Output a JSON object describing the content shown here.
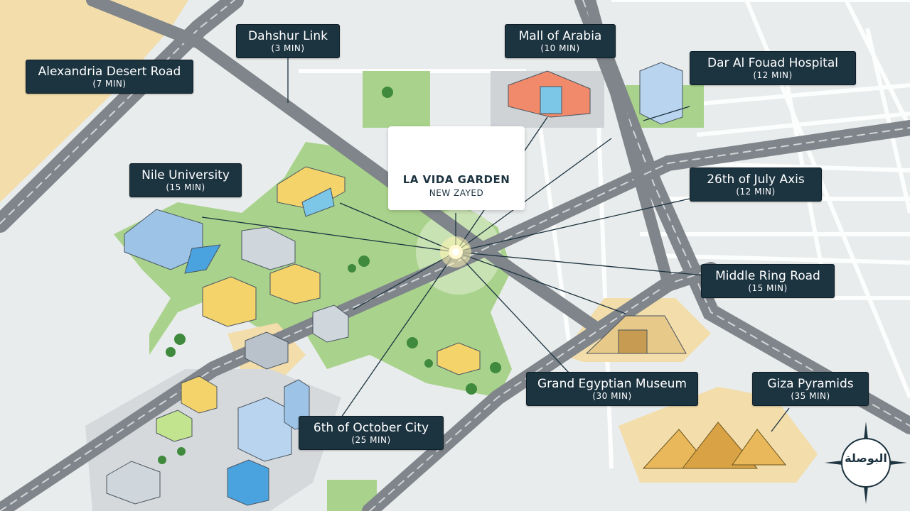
{
  "map": {
    "center": {
      "title": "LA VIDA GARDEN",
      "subtitle": "NEW ZAYED"
    },
    "destinations": [
      {
        "id": "alexandria-desert-road",
        "name": "Alexandria Desert Road",
        "time": "(7 MIN)"
      },
      {
        "id": "dahshur-link",
        "name": "Dahshur Link",
        "time": "(3 MIN)"
      },
      {
        "id": "mall-of-arabia",
        "name": "Mall of Arabia",
        "time": "(10 MIN)"
      },
      {
        "id": "dar-al-fouad-hospital",
        "name": "Dar Al Fouad Hospital",
        "time": "(12 MIN)"
      },
      {
        "id": "nile-university",
        "name": "Nile University",
        "time": "(15 MIN)"
      },
      {
        "id": "26th-of-july-axis",
        "name": "26th of July Axis",
        "time": "(12 MIN)"
      },
      {
        "id": "middle-ring-road",
        "name": "Middle Ring Road",
        "time": "(15 MIN)"
      },
      {
        "id": "grand-egyptian-museum",
        "name": "Grand Egyptian Museum",
        "time": "(30 MIN)"
      },
      {
        "id": "giza-pyramids",
        "name": "Giza Pyramids",
        "time": "(35 MIN)"
      },
      {
        "id": "6th-of-october-city",
        "name": "6th of October City",
        "time": "(25 MIN)"
      }
    ]
  },
  "brand": {
    "logo_text": "البوصلة"
  },
  "colors": {
    "label_bg": "#1c3340",
    "label_text": "#ffffff",
    "green_area": "#a9d38c",
    "desert": "#f2ddab",
    "road": "#8d9296",
    "background": "#e9ecec"
  }
}
